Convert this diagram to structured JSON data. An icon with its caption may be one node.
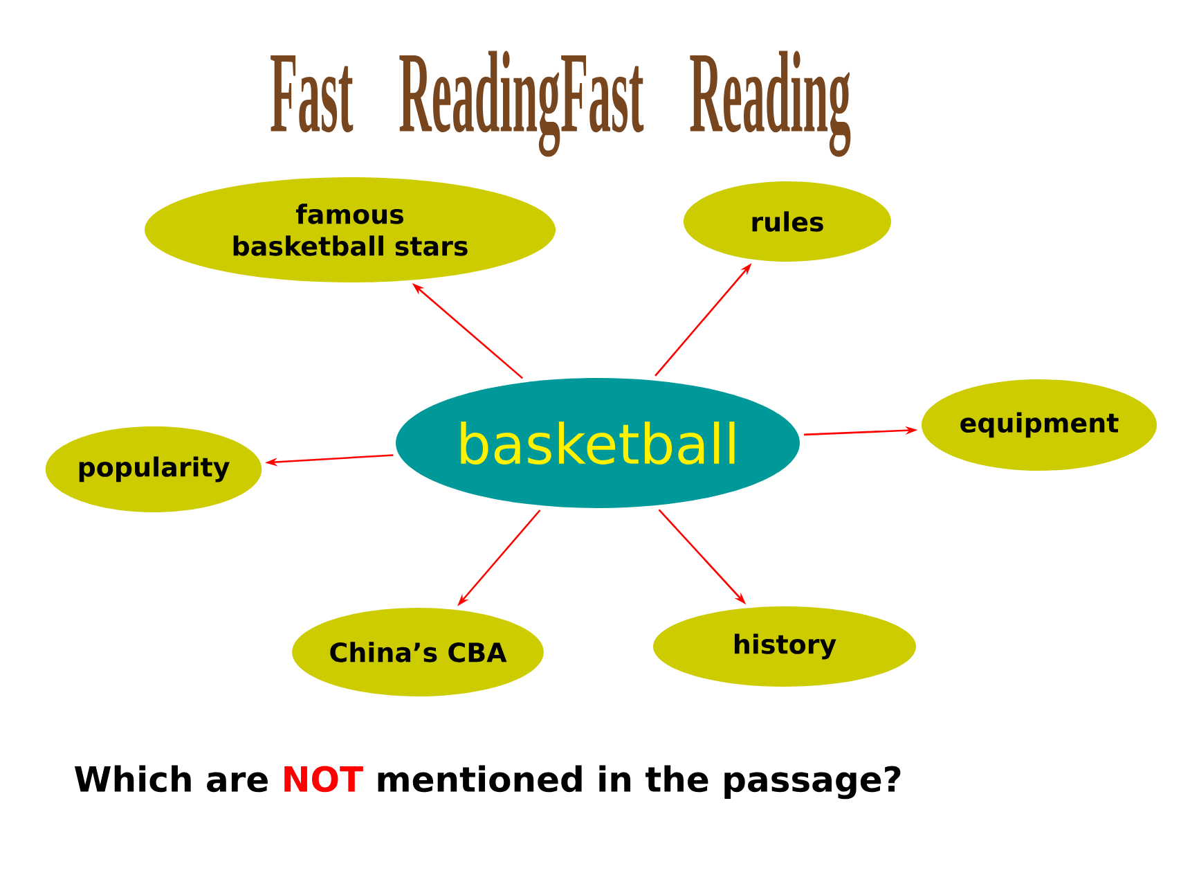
{
  "diagram": {
    "title": "Fast ReadingFast Reading",
    "nodes": [
      {
        "text": [
          "basketball"
        ]
      },
      {
        "text": [
          "famous basketball stars"
        ]
      },
      {
        "text": [
          "rules"
        ]
      },
      {
        "text": [
          "equipment"
        ]
      },
      {
        "text": [
          "popularity"
        ]
      },
      {
        "text": [
          "China’s CBA"
        ]
      },
      {
        "text": [
          "history"
        ]
      }
    ],
    "edges": [
      {
        "from": 0,
        "to": 1,
        "arrow": "to"
      },
      {
        "from": 0,
        "to": 2,
        "arrow": "to"
      },
      {
        "from": 0,
        "to": 3,
        "arrow": "to"
      },
      {
        "from": 0,
        "to": 4,
        "arrow": "to"
      },
      {
        "from": 0,
        "to": 5,
        "arrow": "to"
      },
      {
        "from": 0,
        "to": 6,
        "arrow": "to"
      }
    ],
    "labels": [
      "Which are",
      "NOT",
      "mentioned in the passage?"
    ]
  }
}
